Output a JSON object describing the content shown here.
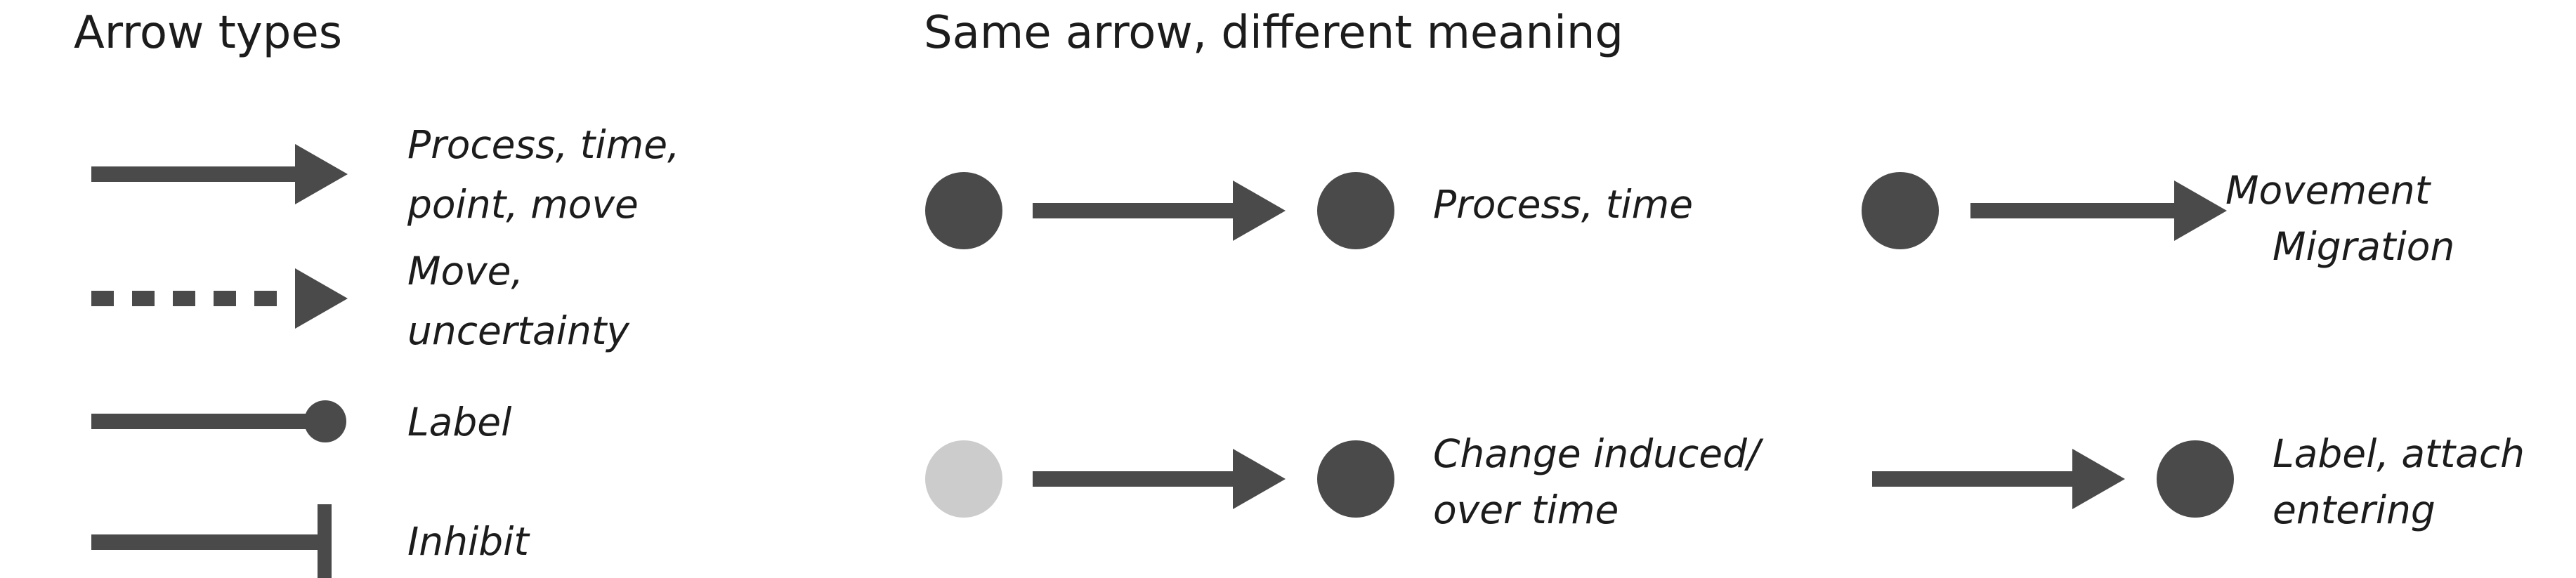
{
  "titles": {
    "arrow_types": "Arrow types",
    "same_arrow": "Same arrow, different meaning"
  },
  "arrow_types": [
    {
      "style": "solid-arrowhead",
      "lines": [
        "Process, time,",
        "point, move"
      ]
    },
    {
      "style": "dotted-arrowhead",
      "lines": [
        "Move,",
        "uncertainty"
      ]
    },
    {
      "style": "solid-dot-end",
      "lines": [
        "Label"
      ]
    },
    {
      "style": "solid-bar-end",
      "lines": [
        "Inhibit"
      ]
    }
  ],
  "examples": [
    {
      "name": "process-time",
      "lines": [
        "Process, time"
      ]
    },
    {
      "name": "movement-migration",
      "lines": [
        "Movement",
        "Migration"
      ]
    },
    {
      "name": "change-induced",
      "lines": [
        "Change induced/",
        "over time"
      ]
    },
    {
      "name": "label-attach",
      "lines": [
        "Label, attach",
        "entering"
      ]
    }
  ],
  "colors": {
    "shape": "#4a4a4a",
    "faded_dot": "#cccccc",
    "text": "#1c1c1c"
  }
}
